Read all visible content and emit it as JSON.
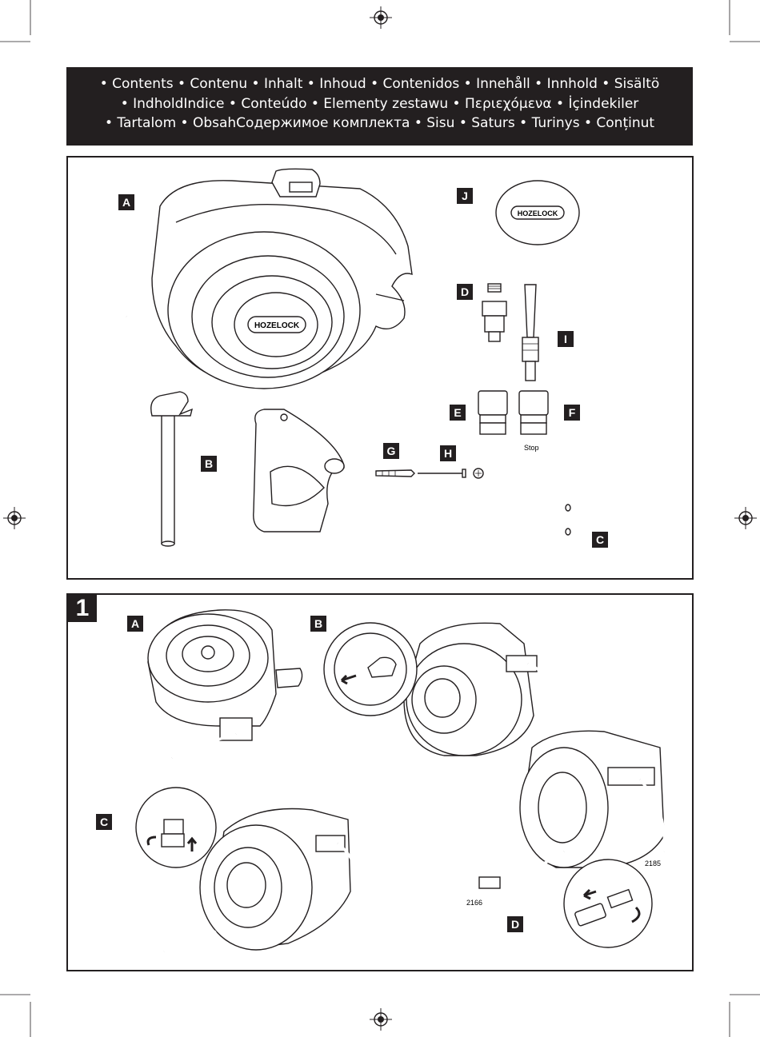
{
  "contents_banner": {
    "line1": "• Contents • Contenu  • Inhalt  • Inhoud  • Contenidos  • Innehåll  • Innhold  • Sisältö",
    "line2": "• IndholdIndice  • Conteúdo  • Elementy zestawu  • Περιεχόμενα  • İçindekiler",
    "line3": "• Tartalom  • ObsahСодержимое комплекта  • Sisu  • Saturs  • Turinys  • Conținut"
  },
  "parts": {
    "labels": {
      "a": "A",
      "b": "B",
      "c": "C",
      "d": "D",
      "e": "E",
      "f": "F",
      "g": "G",
      "h": "H",
      "i": "I",
      "j": "J"
    },
    "brand": "HOZELOCK",
    "stop_text": "Stop"
  },
  "step1": {
    "number": "1",
    "labels": {
      "a": "A",
      "b": "B",
      "c": "C",
      "d": "D"
    },
    "part_codes": {
      "left": "2166",
      "right": "2185"
    }
  }
}
